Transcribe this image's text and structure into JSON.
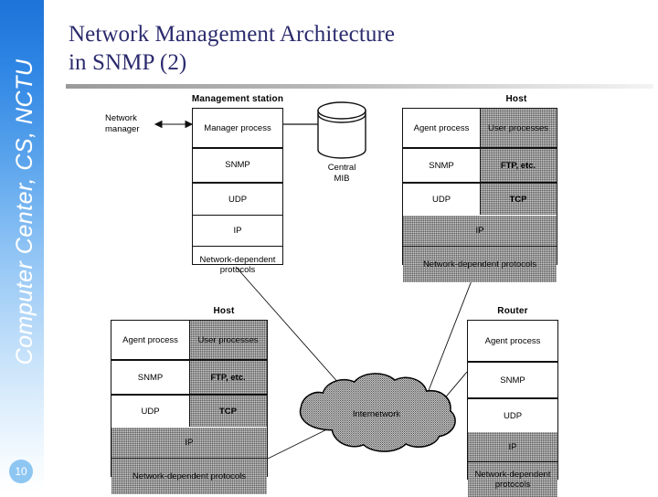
{
  "sidebar": {
    "vertical_text": "Computer Center, CS, NCTU",
    "page_number": "10",
    "gradient_top_color": "#1e73d8",
    "gradient_bottom_color": "#ffffff"
  },
  "title": {
    "line1": "Network Management Architecture",
    "line2": "in SNMP (2)",
    "color": "#2b2b6e"
  },
  "diagram": {
    "cloud_label": "Internetwork",
    "network_manager_label_line1": "Network",
    "network_manager_label_line2": "manager",
    "mib_label_line1": "Central",
    "mib_label_line2": "MIB",
    "management_station": {
      "title": "Management station",
      "rows": [
        "Manager process",
        "SNMP",
        "UDP",
        "IP",
        "Network-dependent protocols"
      ]
    },
    "host_top": {
      "title": "Host",
      "left_rows": [
        "Agent process",
        "SNMP",
        "UDP"
      ],
      "right_rows": [
        "User processes",
        "FTP, etc.",
        "TCP"
      ],
      "full_rows": [
        "IP",
        "Network-dependent protocols"
      ]
    },
    "host_bottom": {
      "title": "Host",
      "left_rows": [
        "Agent process",
        "SNMP",
        "UDP"
      ],
      "right_rows": [
        "User processes",
        "FTP, etc.",
        "TCP"
      ],
      "full_rows": [
        "IP",
        "Network-dependent protocols"
      ]
    },
    "router": {
      "title": "Router",
      "rows": [
        "Agent process",
        "SNMP",
        "UDP"
      ],
      "full_rows": [
        "IP",
        "Network-dependent protocols"
      ]
    }
  }
}
